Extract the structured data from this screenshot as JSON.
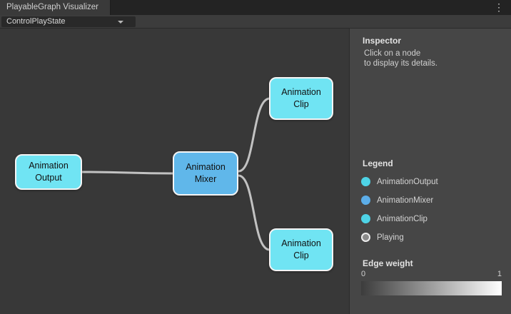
{
  "window": {
    "title": "PlayableGraph Visualizer",
    "menu_icon": "⋮"
  },
  "toolbar": {
    "graph_selector": "ControlPlayState"
  },
  "graph": {
    "edge_color": "#c2c2c2",
    "nodes": [
      {
        "id": "animation-output",
        "line1": "Animation",
        "line2": "Output",
        "color": "#70e4f3"
      },
      {
        "id": "animation-mixer",
        "line1": "Animation",
        "line2": "Mixer",
        "color": "#60b7ea"
      },
      {
        "id": "animation-clip-top",
        "line1": "Animation",
        "line2": "Clip",
        "color": "#70e4f3"
      },
      {
        "id": "animation-clip-bottom",
        "line1": "Animation",
        "line2": "Clip",
        "color": "#70e4f3"
      }
    ]
  },
  "inspector": {
    "title": "Inspector",
    "hint_line1": "Click on a node",
    "hint_line2": "to display its details.",
    "legend_title": "Legend",
    "legend": [
      {
        "label": "AnimationOutput",
        "color": "#4ed3e6"
      },
      {
        "label": "AnimationMixer",
        "color": "#5cade8"
      },
      {
        "label": "AnimationClip",
        "color": "#4ed3e6"
      },
      {
        "label": "Playing",
        "color": "#8a8a8a"
      }
    ],
    "edge_weight_title": "Edge weight",
    "edge_weight_min": "0",
    "edge_weight_max": "1",
    "gradient_from": "#3c3c3c",
    "gradient_to": "#ffffff"
  }
}
